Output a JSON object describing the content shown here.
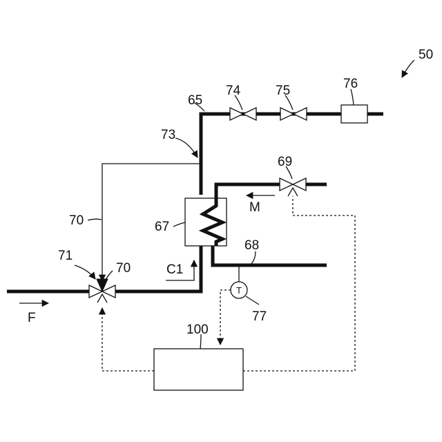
{
  "labels": {
    "system": "50",
    "pipe_65": "65",
    "valve_74": "74",
    "valve_75": "75",
    "device_76": "76",
    "line_73": "73",
    "valve_69": "69",
    "line_70": "70",
    "heat_exchanger_67": "67",
    "pipe_68": "68",
    "valve_71": "71",
    "line_70_b": "70",
    "flow_c1": "C1",
    "flow_m": "M",
    "flow_f": "F",
    "sensor_77": "77",
    "controller_100": "100",
    "sensor_symbol": "T"
  }
}
